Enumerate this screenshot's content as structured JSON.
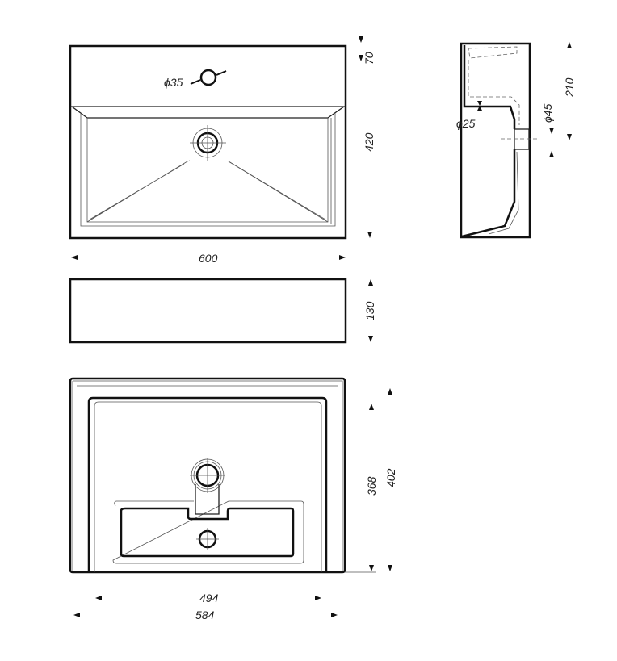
{
  "top_view": {
    "width_label": "600",
    "back_depth_label": "70",
    "bowl_depth_label": "420",
    "tap_hole_label": "ϕ35"
  },
  "side_view": {
    "height_label": "210",
    "overflow_label": "ϕ25",
    "drain_label": "ϕ45"
  },
  "front_view": {
    "height_label": "130"
  },
  "bottom_view": {
    "inner_width_label": "494",
    "outer_width_label": "584",
    "inner_depth_label": "368",
    "outer_depth_label": "402"
  }
}
